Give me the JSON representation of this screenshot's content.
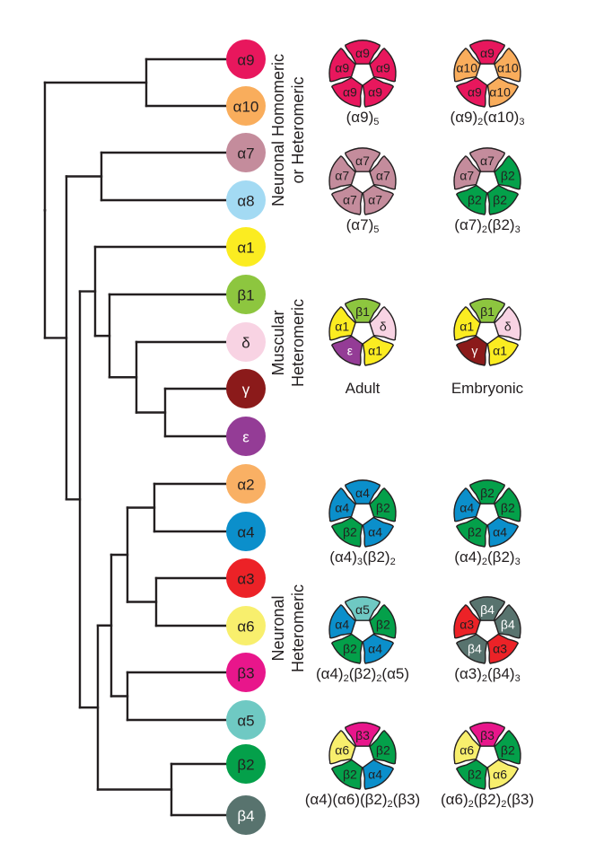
{
  "subunits": {
    "a9": {
      "label": "α9",
      "color": "#e8175d",
      "text": "#231f20"
    },
    "a10": {
      "label": "α10",
      "color": "#f9ad5c",
      "text": "#231f20"
    },
    "a7": {
      "label": "α7",
      "color": "#c48c9c",
      "text": "#231f20"
    },
    "a8": {
      "label": "α8",
      "color": "#a3daf3",
      "text": "#231f20"
    },
    "a1": {
      "label": "α1",
      "color": "#fbec21",
      "text": "#231f20"
    },
    "b1": {
      "label": "β1",
      "color": "#8dc63f",
      "text": "#231f20"
    },
    "d": {
      "label": "δ",
      "color": "#f8d3e3",
      "text": "#231f20"
    },
    "g": {
      "label": "γ",
      "color": "#8b1a1a",
      "text": "#ffffff"
    },
    "e": {
      "label": "ε",
      "color": "#943c96",
      "text": "#ffffff"
    },
    "a2": {
      "label": "α2",
      "color": "#f9b064",
      "text": "#231f20"
    },
    "a4": {
      "label": "α4",
      "color": "#0b8fcb",
      "text": "#231f20"
    },
    "a3": {
      "label": "α3",
      "color": "#ec2227",
      "text": "#231f20"
    },
    "a6": {
      "label": "α6",
      "color": "#f8ef6d",
      "text": "#231f20"
    },
    "b3": {
      "label": "β3",
      "color": "#e8168b",
      "text": "#231f20"
    },
    "a5": {
      "label": "α5",
      "color": "#6fc9c3",
      "text": "#231f20"
    },
    "b2": {
      "label": "β2",
      "color": "#04a04a",
      "text": "#231f20"
    },
    "b4": {
      "label": "β4",
      "color": "#58736e",
      "text": "#ffffff"
    }
  },
  "tree": {
    "leaves": [
      "a9",
      "a10",
      "a7",
      "a8",
      "a1",
      "b1",
      "d",
      "g",
      "e",
      "a2",
      "a4",
      "a3",
      "a6",
      "b3",
      "a5",
      "b2",
      "b4"
    ],
    "newick": "(((a9,a10),((a7,a8),((a1,(b1,(d,(g,e)))),((((a2,a4),(a3,a6)),(b3,a5)),(b2,b4))))))"
  },
  "groups": [
    {
      "lines": [
        "Neuronal Homomeric",
        "or Heteromeric"
      ]
    },
    {
      "lines": [
        "Muscular",
        "Heteromeric"
      ]
    },
    {
      "lines": [
        "Neuronal",
        "Heteromeric"
      ]
    }
  ],
  "receptors": [
    {
      "subunits": [
        "a9",
        "a9",
        "a9",
        "a9",
        "a9"
      ],
      "caption": [
        [
          "(α9)",
          ""
        ],
        [
          "5",
          "sub"
        ]
      ]
    },
    {
      "subunits": [
        "a9",
        "a10",
        "a10",
        "a9",
        "a10"
      ],
      "caption": [
        [
          "(α9)",
          ""
        ],
        [
          "2",
          "sub"
        ],
        [
          "(α10)",
          ""
        ],
        [
          "3",
          "sub"
        ]
      ]
    },
    {
      "subunits": [
        "a7",
        "a7",
        "a7",
        "a7",
        "a7"
      ],
      "caption": [
        [
          "(α7)",
          ""
        ],
        [
          "5",
          "sub"
        ]
      ]
    },
    {
      "subunits": [
        "a7",
        "b2",
        "b2",
        "b2",
        "a7"
      ],
      "caption": [
        [
          "(α7)",
          ""
        ],
        [
          "2",
          "sub"
        ],
        [
          "(β2)",
          ""
        ],
        [
          "3",
          "sub"
        ]
      ]
    },
    {
      "subunits": [
        "b1",
        "d",
        "a1",
        "e",
        "a1"
      ],
      "caption": [
        [
          "Adult",
          ""
        ]
      ]
    },
    {
      "subunits": [
        "b1",
        "d",
        "a1",
        "g",
        "a1"
      ],
      "caption": [
        [
          "Embryonic",
          ""
        ]
      ]
    },
    {
      "subunits": [
        "a4",
        "b2",
        "a4",
        "b2",
        "a4"
      ],
      "caption": [
        [
          "(α4)",
          ""
        ],
        [
          "3",
          "sub"
        ],
        [
          "(β2)",
          ""
        ],
        [
          "2",
          "sub"
        ]
      ]
    },
    {
      "subunits": [
        "b2",
        "b2",
        "a4",
        "b2",
        "a4"
      ],
      "caption": [
        [
          "(α4)",
          ""
        ],
        [
          "2",
          "sub"
        ],
        [
          "(β2)",
          ""
        ],
        [
          "3",
          "sub"
        ]
      ]
    },
    {
      "subunits": [
        "a5",
        "b2",
        "a4",
        "b2",
        "a4"
      ],
      "caption": [
        [
          "(α4)",
          ""
        ],
        [
          "2",
          "sub"
        ],
        [
          "(β2)",
          ""
        ],
        [
          "2",
          "sub"
        ],
        [
          "(α5)",
          ""
        ]
      ]
    },
    {
      "subunits": [
        "b4",
        "b4",
        "a3",
        "b4",
        "a3"
      ],
      "caption": [
        [
          "(α3)",
          ""
        ],
        [
          "2",
          "sub"
        ],
        [
          "(β4)",
          ""
        ],
        [
          "3",
          "sub"
        ]
      ]
    },
    {
      "subunits": [
        "b3",
        "b2",
        "a4",
        "b2",
        "a6"
      ],
      "caption": [
        [
          "(α4)(α6)(β2)",
          ""
        ],
        [
          "2",
          "sub"
        ],
        [
          "(β3)",
          ""
        ]
      ]
    },
    {
      "subunits": [
        "b3",
        "b2",
        "a6",
        "b2",
        "a6"
      ],
      "caption": [
        [
          "(α6)",
          ""
        ],
        [
          "2",
          "sub"
        ],
        [
          "(β2)",
          ""
        ],
        [
          "2",
          "sub"
        ],
        [
          "(β3)",
          ""
        ]
      ]
    }
  ]
}
